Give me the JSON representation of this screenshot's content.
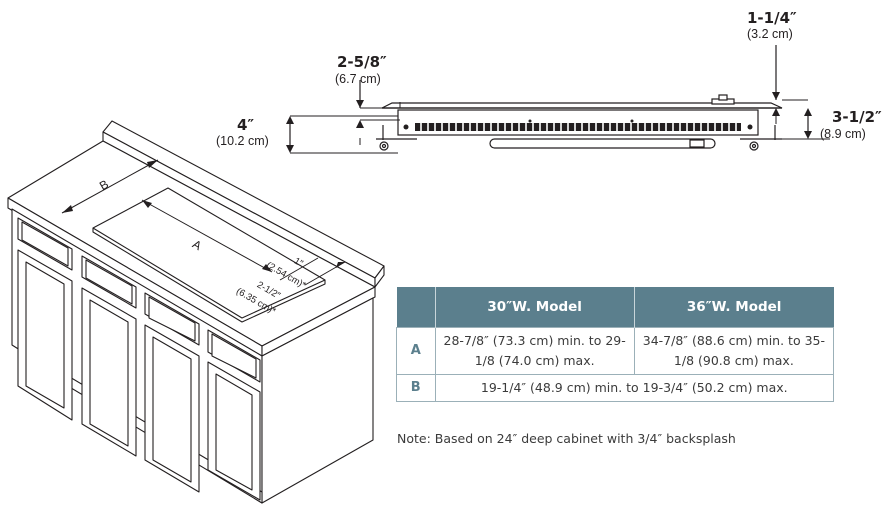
{
  "dimensions": {
    "top_right": {
      "imperial": "1-1/4″",
      "metric": "(3.2 cm)"
    },
    "top_left": {
      "imperial": "2-5/8″",
      "metric": "(6.7 cm)"
    },
    "left_height": {
      "imperial": "4″",
      "metric": "(10.2 cm)"
    },
    "right_height": {
      "imperial": "3-1/2″",
      "metric": "(8.9 cm)"
    }
  },
  "cabinet_labels": {
    "b": "B",
    "a": "A",
    "inner_imperial": "1″",
    "inner_metric": "(2.54 cm)*",
    "outer_imperial": "2-1/2″",
    "outer_metric": "(6.35 cm)*"
  },
  "table": {
    "headers": [
      "",
      "30″W. Model",
      "36″W. Model"
    ],
    "rows": [
      {
        "label": "A",
        "col1": "28-7/8″ (73.3 cm) min. to 29-1/8 (74.0 cm) max.",
        "col2": "34-7/8″ (88.6 cm) min. to 35-1/8 (90.8 cm) max."
      },
      {
        "label": "B",
        "span": "19-1/4″ (48.9 cm) min. to 19-3/4″ (50.2 cm) max."
      }
    ]
  },
  "note": "Note: Based on 24″ deep cabinet with 3/4″ backsplash",
  "colors": {
    "header_bg": "#5b7f8d",
    "row_label": "#5b7f8d",
    "line": "#231f20"
  }
}
